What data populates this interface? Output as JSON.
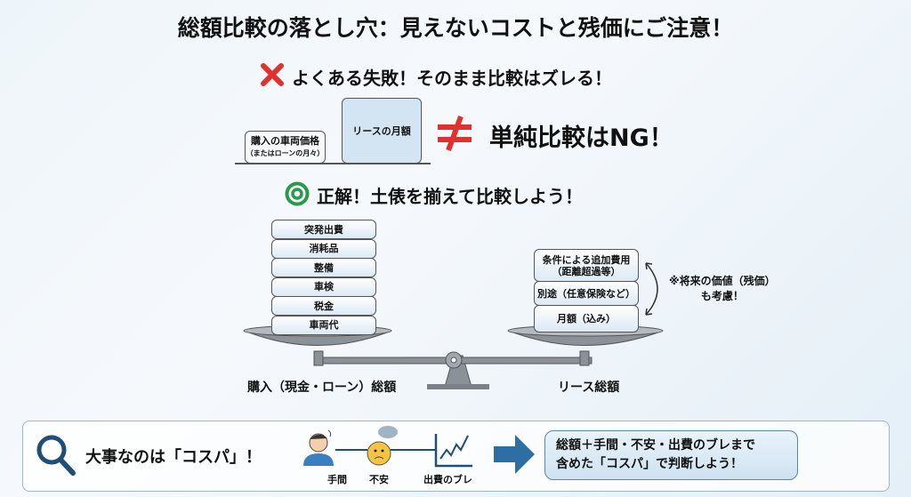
{
  "title": "総額比較の落とし穴：見えないコストと残価にご注意！",
  "bad": {
    "heading": "よくある失敗！そのまま比較はズレる！",
    "purchase_box": "購入の車両価格",
    "purchase_sub": "（またはローンの月々）",
    "lease_box": "リースの月額",
    "ng": "単純比較はNG！",
    "colors": {
      "cross": "#e03030"
    }
  },
  "good": {
    "heading": "正解！土俵を揃えて比較しよう！",
    "colors": {
      "circle": "#2a9a4a"
    }
  },
  "scale": {
    "left_items": [
      "突発出費",
      "消耗品",
      "整備",
      "車検",
      "税金",
      "車両代"
    ],
    "right_items": [
      {
        "line1": "条件による追加費用",
        "line2": "（距離超過等）"
      },
      {
        "line1": "別途（任意保険など）"
      },
      {
        "line1": "月額（込み）"
      }
    ],
    "note_line1": "※将来の価値（残価）",
    "note_line2": "も考慮！",
    "left_label": "購入（現金・ローン）総額",
    "right_label": "リース総額"
  },
  "bottom": {
    "heading": "大事なのは「コスパ」！",
    "icons": [
      "手間",
      "不安",
      "出費のブレ"
    ],
    "conclusion_line1": "総額＋手間・不安・出費のブレまで",
    "conclusion_line2": "含めた「コスパ」で判断しよう！"
  }
}
